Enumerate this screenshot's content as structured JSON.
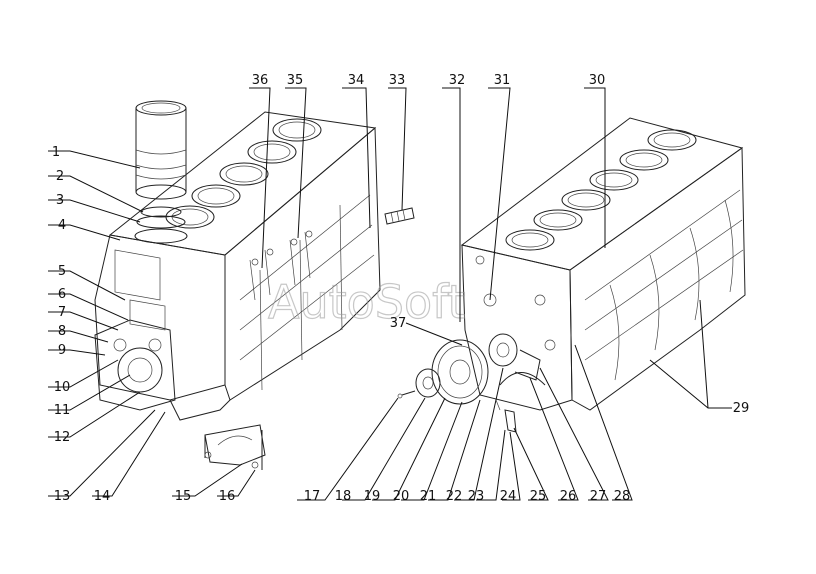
{
  "watermark": "AutoSoft",
  "callouts": [
    "1",
    "2",
    "3",
    "4",
    "5",
    "6",
    "7",
    "8",
    "9",
    "10",
    "11",
    "12",
    "13",
    "14",
    "15",
    "16",
    "17",
    "18",
    "19",
    "20",
    "21",
    "22",
    "23",
    "24",
    "25",
    "26",
    "27",
    "28",
    "29",
    "30",
    "31",
    "32",
    "33",
    "34",
    "35",
    "36",
    "37"
  ]
}
